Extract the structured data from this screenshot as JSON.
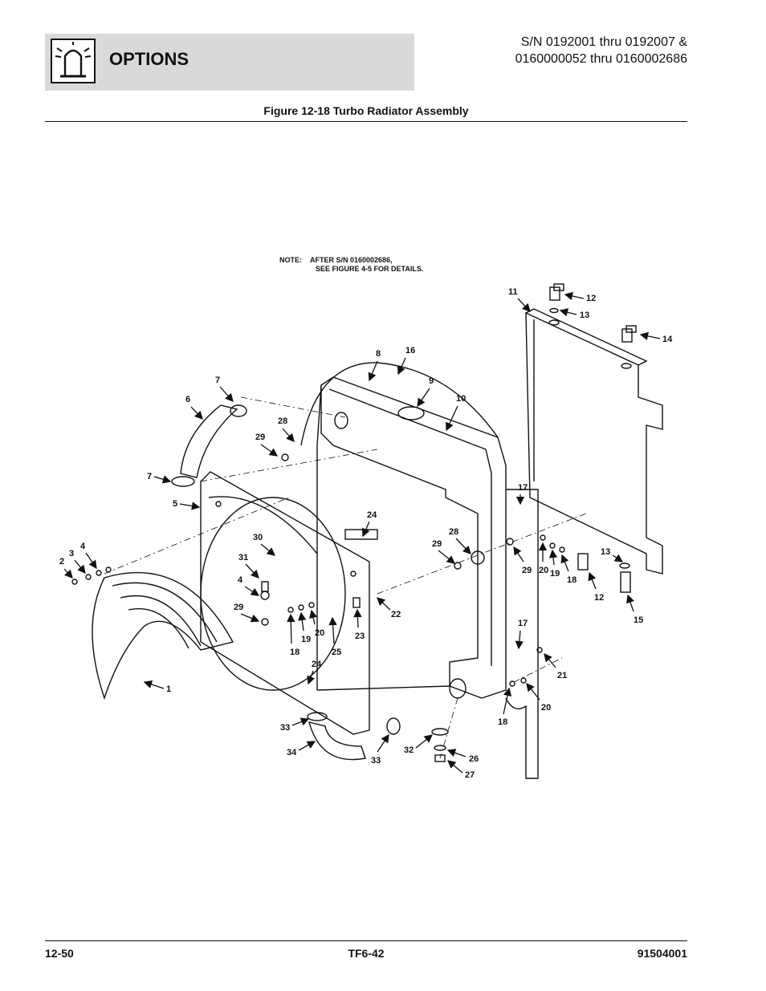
{
  "header": {
    "section_title": "OPTIONS",
    "serial_line1": "S/N 0192001 thru 0192007 &",
    "serial_line2": "0160000052 thru 0160002686",
    "icon": "beacon-light-icon"
  },
  "figure": {
    "title": "Figure 12-18 Turbo Radiator Assembly",
    "note_label": "NOTE:",
    "note_line1": "AFTER S/N 0160002686,",
    "note_line2": "SEE FIGURE 4-5 FOR DETAILS.",
    "callouts": [
      "11",
      "12",
      "13",
      "14",
      "16",
      "8",
      "9",
      "10",
      "7",
      "6",
      "28",
      "29",
      "7",
      "5",
      "17",
      "24",
      "30",
      "28",
      "29",
      "29",
      "20",
      "19",
      "18",
      "13",
      "2",
      "3",
      "4",
      "31",
      "4",
      "22",
      "12",
      "15",
      "29",
      "18",
      "19",
      "20",
      "23",
      "25",
      "17",
      "24",
      "21",
      "1",
      "20",
      "18",
      "33",
      "34",
      "33",
      "32",
      "26",
      "27"
    ]
  },
  "footer": {
    "page": "12-50",
    "center": "TF6-42",
    "doc_number": "91504001"
  }
}
